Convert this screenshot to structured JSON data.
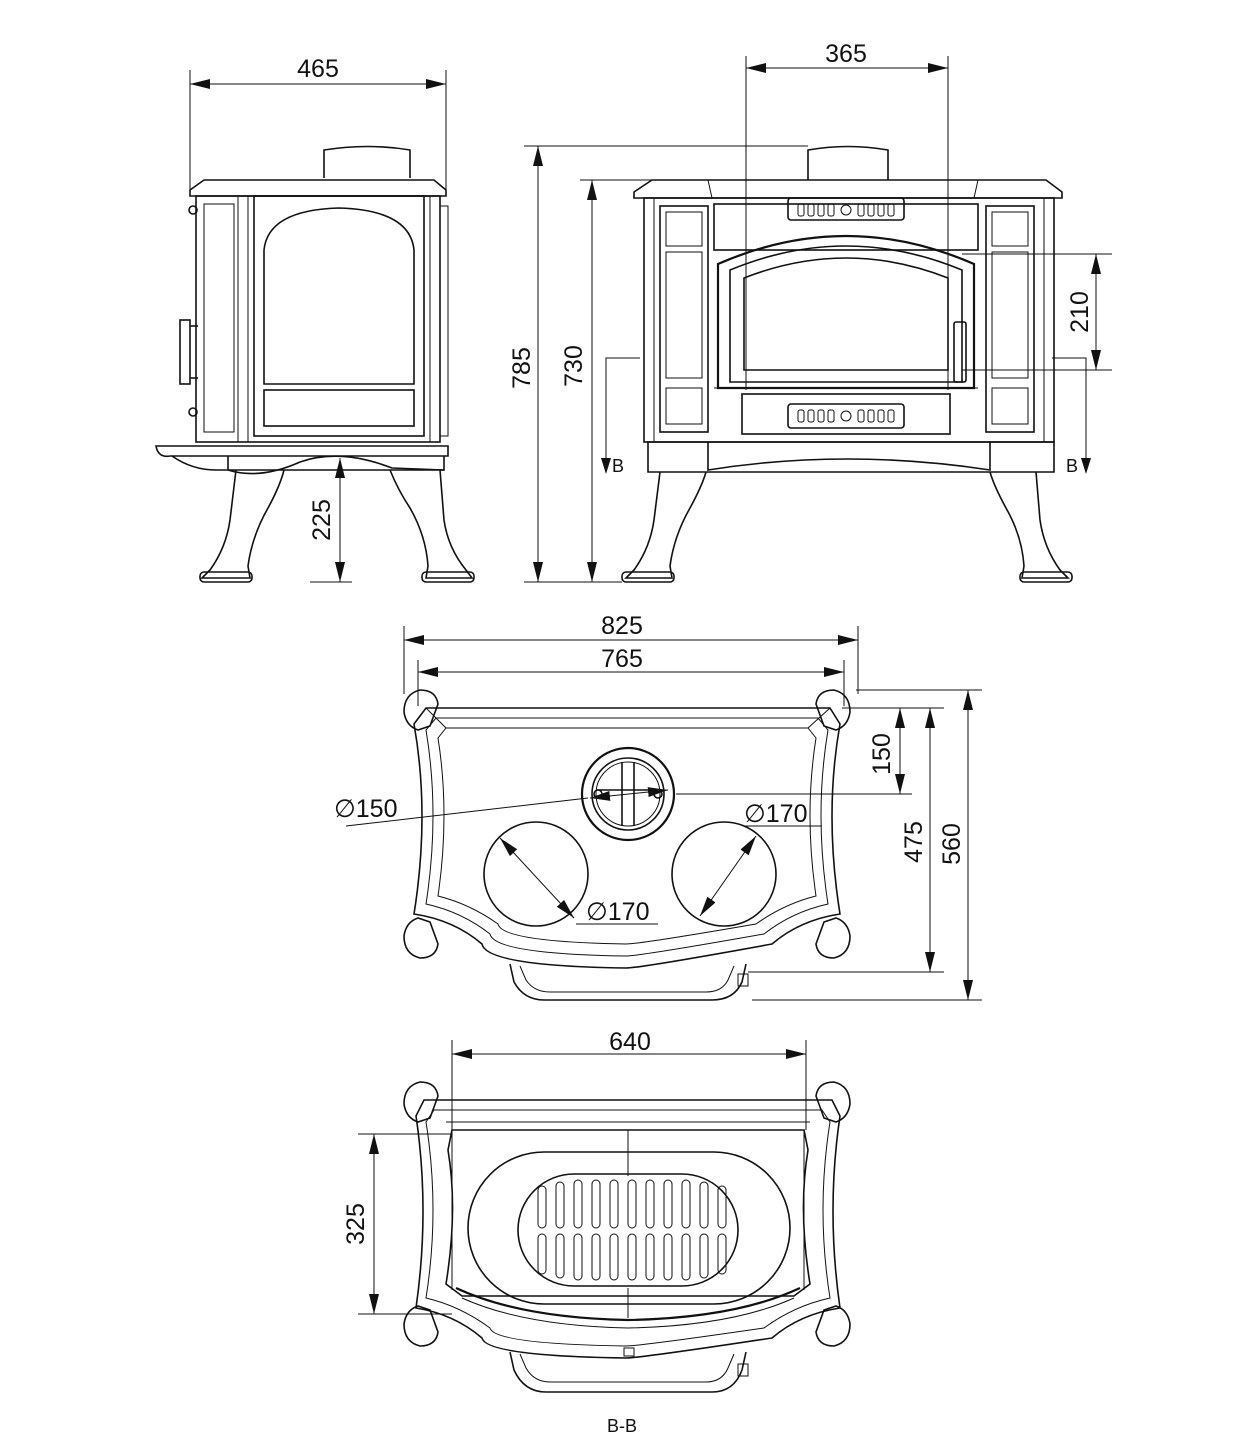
{
  "front_view": {
    "width_top": "365",
    "height_total": "785",
    "height_body": "730",
    "door_height": "210",
    "section_marker_left": "B",
    "section_marker_right": "B"
  },
  "side_view": {
    "depth": "465",
    "leg_height": "225"
  },
  "top_view": {
    "width_outer": "825",
    "width_inner": "765",
    "flue_offset": "150",
    "depth_inner": "475",
    "depth_outer": "560",
    "flue_diameter": "∅150",
    "plate_diameter_right": "∅170",
    "plate_diameter_left": "∅170"
  },
  "section_view": {
    "inner_width": "640",
    "firebox_depth": "325",
    "label": "B-B"
  }
}
